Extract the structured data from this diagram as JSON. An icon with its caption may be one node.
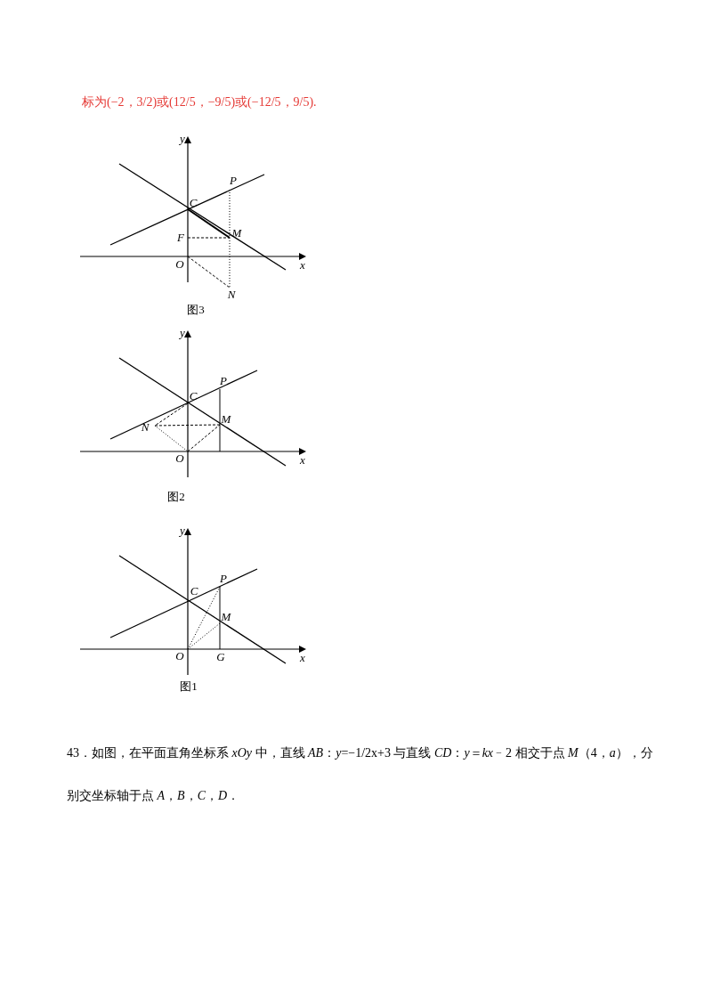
{
  "diagram": {
    "labels": [
      "标为(−2，3/2)或(12/5，−9/5)或(−12/5，9/5).",
      "y",
      "C",
      "P",
      "F",
      "M",
      "O",
      "x",
      "N",
      "图3",
      "y",
      "P",
      "C",
      "N",
      "M",
      "O",
      "x",
      "图2",
      "y",
      "P",
      "C",
      "M",
      "O",
      "G",
      "x",
      "图1",
      "43．如图，在平面直角坐标系 *xOy* 中，直线 *AB*：*y*=−1/2x+3 与直线 *CD*：*y*＝*kx*﹣2 相交于点 *M*（4，*a*），分别交坐标轴于点 *A*，*B*，*C*，*D*．"
    ]
  }
}
